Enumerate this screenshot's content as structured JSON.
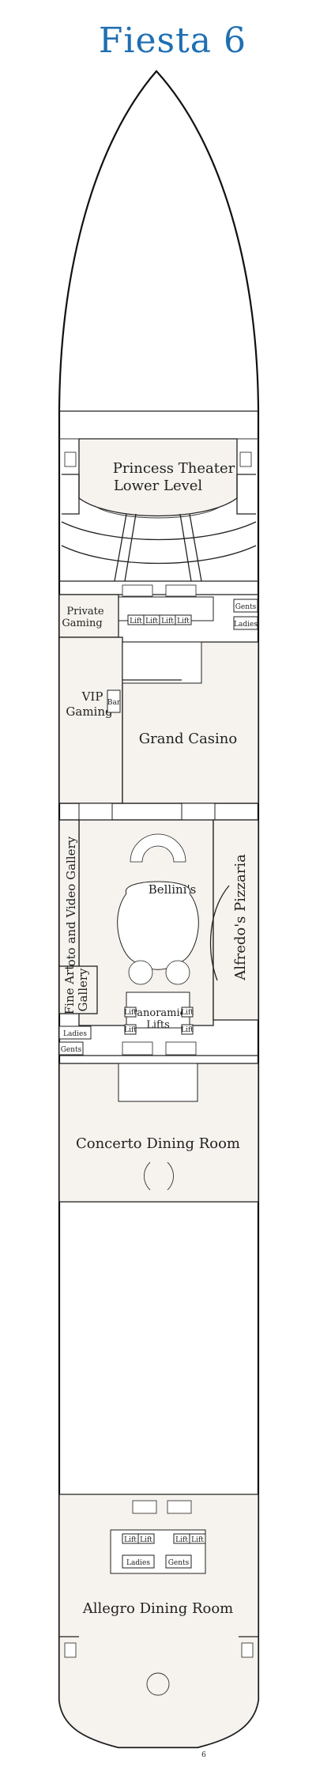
{
  "deck": {
    "title": "Fiesta 6"
  },
  "venues": {
    "theater": {
      "line1": "Princess Theater",
      "line2": "Lower Level"
    },
    "private_gaming": {
      "line1": "Private",
      "line2": "Gaming"
    },
    "vip_gaming": {
      "line1": "VIP",
      "line2": "Gaming"
    },
    "bar": "Bar",
    "grand_casino": "Grand Casino",
    "bellinis": "Bellini's",
    "photo_gallery": "Photo and Video Gallery",
    "alfredos": "Alfredo's Pizzaria",
    "fine_art": {
      "line1": "Fine Art",
      "line2": "Gallery"
    },
    "panoramic_lifts": {
      "line1": "Panoramic",
      "line2": "Lifts"
    },
    "concerto": "Concerto Dining Room",
    "allegro": "Allegro Dining Room"
  },
  "restrooms": {
    "gents": "Gents",
    "ladies": "Ladies"
  },
  "lift_label": "Lift",
  "page_marker": "6"
}
